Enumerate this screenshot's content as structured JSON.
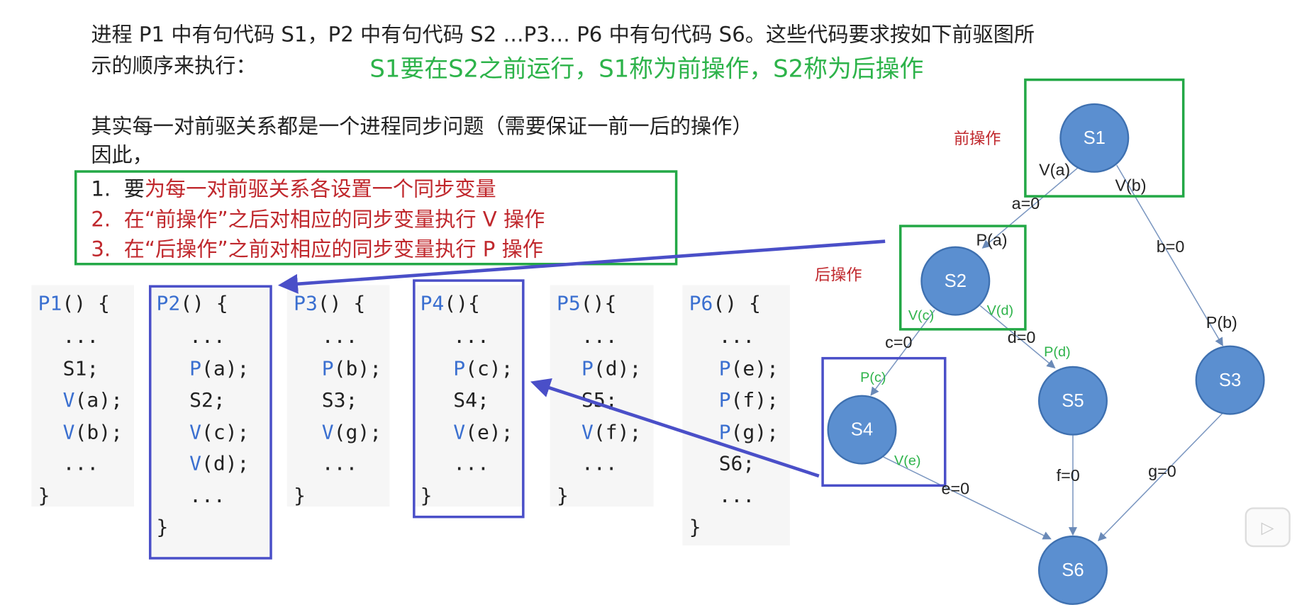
{
  "intro": {
    "line1": "进程 P1 中有句代码 S1，P2 中有句代码 S2 …P3… P6 中有句代码 S6。这些代码要求按如下前驱图所",
    "line2": "示的顺序来执行：",
    "note": "S1要在S2之前运行，S1称为前操作，S2称为后操作",
    "line3": "其实每一对前驱关系都是一个进程同步问题（需要保证一前一后的操作）",
    "line4": "因此，"
  },
  "rules": [
    {
      "num": "1.",
      "prefix": "要",
      "text": "为每一对前驱关系各设置一个同步变量"
    },
    {
      "num": "2.",
      "prefix": "",
      "text": "在“前操作”之后对相应的同步变量执行 V 操作"
    },
    {
      "num": "3.",
      "prefix": "",
      "text": "在“后操作”之前对相应的同步变量执行 P 操作"
    }
  ],
  "code": [
    {
      "name": "P1",
      "head": "() {",
      "lines": [
        [
          "",
          "..."
        ],
        [
          "",
          "S1;"
        ],
        [
          "V",
          "(a);"
        ],
        [
          "V",
          "(b);"
        ],
        [
          "",
          "..."
        ]
      ],
      "end": "}"
    },
    {
      "name": "P2",
      "head": "() {",
      "lines": [
        [
          "",
          "..."
        ],
        [
          "P",
          "(a);"
        ],
        [
          "",
          "S2;"
        ],
        [
          "V",
          "(c);"
        ],
        [
          "V",
          "(d);"
        ],
        [
          "",
          "..."
        ]
      ],
      "end": "}"
    },
    {
      "name": "P3",
      "head": "() {",
      "lines": [
        [
          "",
          "..."
        ],
        [
          "P",
          "(b);"
        ],
        [
          "",
          "S3;"
        ],
        [
          "V",
          "(g);"
        ],
        [
          "",
          "..."
        ]
      ],
      "end": "}"
    },
    {
      "name": "P4",
      "head": "(){",
      "lines": [
        [
          "",
          "..."
        ],
        [
          "P",
          "(c);"
        ],
        [
          "",
          "S4;"
        ],
        [
          "V",
          "(e);"
        ],
        [
          "",
          "..."
        ]
      ],
      "end": "}"
    },
    {
      "name": "P5",
      "head": "(){",
      "lines": [
        [
          "",
          "..."
        ],
        [
          "P",
          "(d);"
        ],
        [
          "",
          "S5;"
        ],
        [
          "V",
          "(f);"
        ],
        [
          "",
          "..."
        ]
      ],
      "end": "}"
    },
    {
      "name": "P6",
      "head": "() {",
      "lines": [
        [
          "",
          "..."
        ],
        [
          "P",
          "(e);"
        ],
        [
          "P",
          "(f);"
        ],
        [
          "P",
          "(g);"
        ],
        [
          "",
          "S6;"
        ],
        [
          "",
          "..."
        ]
      ],
      "end": "}"
    }
  ],
  "graph": {
    "nodes": [
      "S1",
      "S2",
      "S3",
      "S4",
      "S5",
      "S6"
    ],
    "pre_label": "前操作",
    "post_label": "后操作",
    "edge_labels": {
      "va": "V(a)",
      "vb": "V(b)",
      "a0": "a=0",
      "pa": "P(a)",
      "b0": "b=0",
      "vc": "V(c)",
      "vd": "V(d)",
      "c0": "c=0",
      "d0": "d=0",
      "pd": "P(d)",
      "pb": "P(b)",
      "pc": "P(c)",
      "ve": "V(e)",
      "e0": "e=0",
      "f0": "f=0",
      "g0": "g=0"
    }
  },
  "colors": {
    "green": "#23a846",
    "blue": "#4a4fc8",
    "red": "#c0282d",
    "node": "#5b8fd0"
  }
}
